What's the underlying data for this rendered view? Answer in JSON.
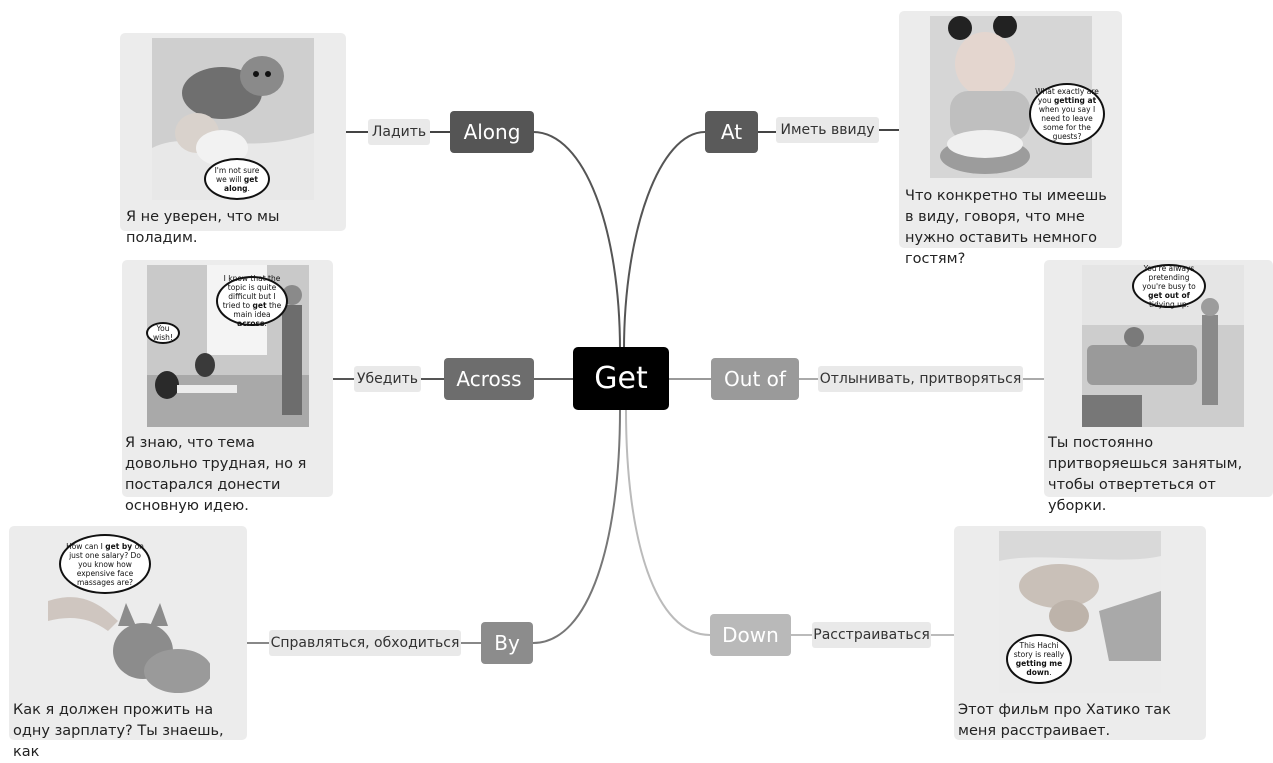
{
  "center": {
    "label": "Get"
  },
  "branches": {
    "along": {
      "prep": "Along",
      "meaning": "Ладить",
      "bubble": {
        "pre": "I'm not sure we will ",
        "bold": "get along",
        "post": "."
      },
      "caption": "Я не уверен, что мы поладим."
    },
    "at": {
      "prep": "At",
      "meaning": "Иметь ввиду",
      "bubble": {
        "pre": "What exactly are you ",
        "bold": "getting at",
        "post": " when you say I need to leave some for the guests?"
      },
      "caption": "Что конкретно ты имеешь в виду, говоря, что мне нужно оставить немного гостям?"
    },
    "across": {
      "prep": "Across",
      "meaning": "Убедить",
      "bubble": {
        "pre": "I know that the topic is quite difficult but I tried to ",
        "bold": "get",
        "mid": " the main idea ",
        "bold2": "across",
        "post": "."
      },
      "bubble_small": "You wish!",
      "caption": "Я знаю, что тема довольно трудная, но я постарался донести основную идею."
    },
    "out_of": {
      "prep": "Out of",
      "meaning": "Отлынивать, притворяться",
      "bubble": {
        "pre": "You're always pretending you're busy to ",
        "bold": "get out of",
        "post": " tidying up."
      },
      "caption": "Ты постоянно притворяешься занятым, чтобы отвертеться от уборки."
    },
    "by": {
      "prep": "By",
      "meaning": "Справляться, обходиться",
      "bubble": {
        "pre": "How can I ",
        "bold": "get by",
        "post": " on just one salary? Do you know how expensive face massages are?"
      },
      "caption": "Как я должен прожить на одну зарплату? Ты знаешь, как"
    },
    "down": {
      "prep": "Down",
      "meaning": "Расстраиваться",
      "bubble": {
        "pre": "This Hachi story is really ",
        "bold": "getting me down",
        "post": "."
      },
      "caption": "Этот фильм про Хатико так меня расстраивает."
    }
  },
  "colors": {
    "along": "#555555",
    "at": "#5a5a5a",
    "across": "#6d6d6d",
    "out_of": "#9a9a9a",
    "by": "#8c8c8c",
    "down": "#b9b9b9"
  }
}
